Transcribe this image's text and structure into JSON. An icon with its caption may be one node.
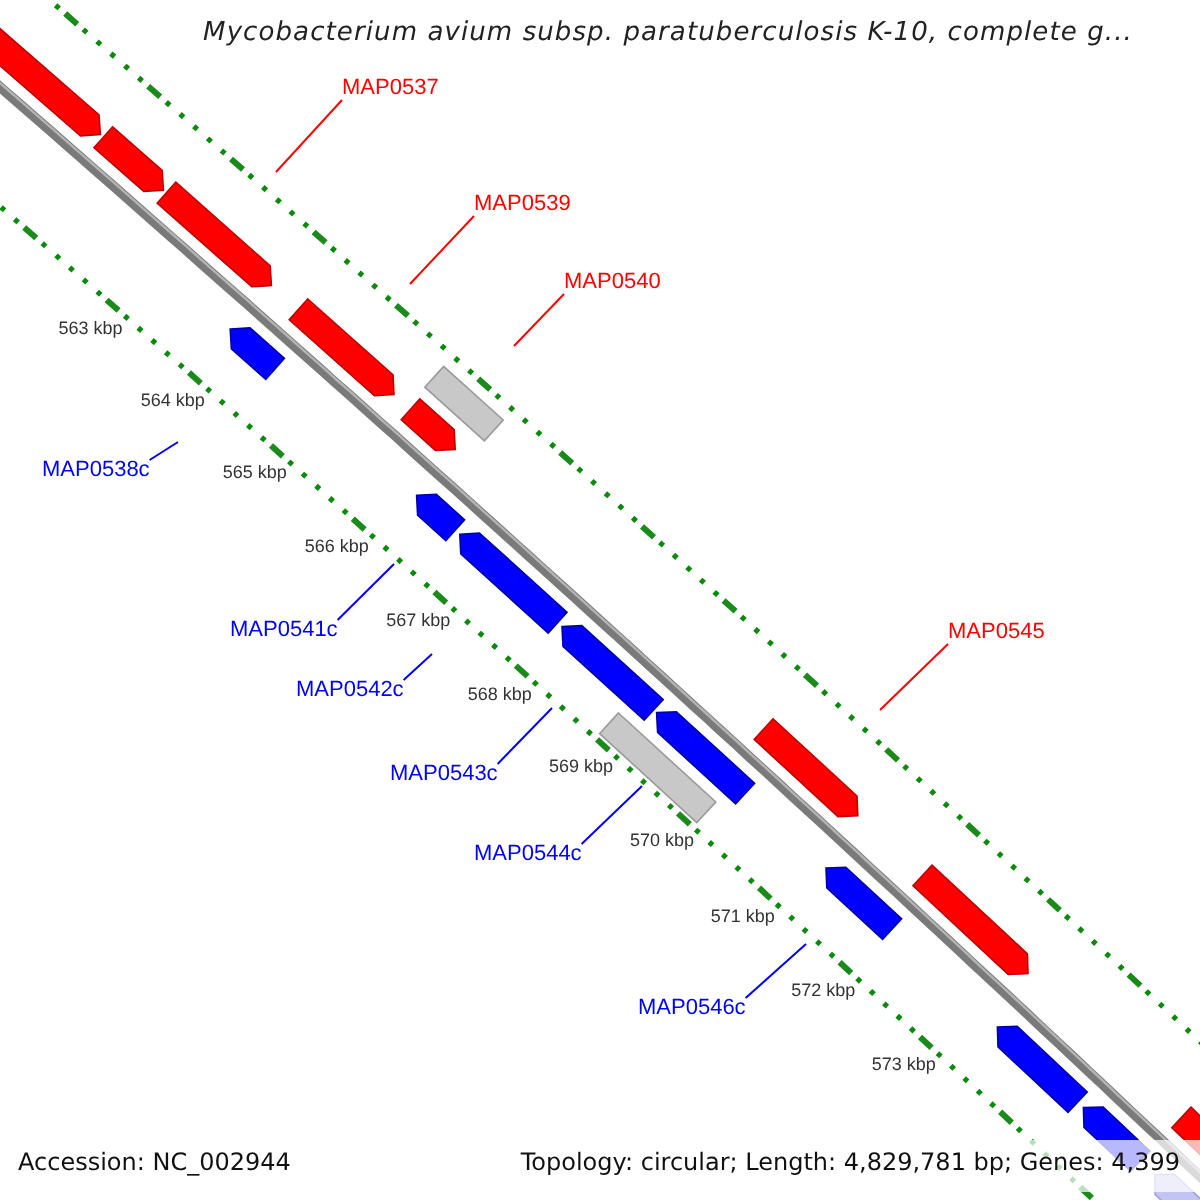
{
  "diagram": {
    "title": "Mycobacterium avium subsp. paratuberculosis K-10, complete g...",
    "nodes": [
      {
        "text": [
          "MAP0537"
        ]
      },
      {
        "text": [
          "MAP0539"
        ]
      },
      {
        "text": [
          "MAP0540"
        ]
      },
      {
        "text": [
          "MAP0538c"
        ]
      },
      {
        "text": [
          "MAP0541c"
        ]
      },
      {
        "text": [
          "MAP0545"
        ]
      },
      {
        "text": [
          "MAP0542c"
        ]
      },
      {
        "text": [
          "MAP0543c"
        ]
      },
      {
        "text": [
          "MAP0544c"
        ]
      },
      {
        "text": [
          "MAP0546c"
        ]
      }
    ],
    "edges": [
      {
        "from": 0,
        "to": null,
        "arrow": "none",
        "color": "#ff0000"
      },
      {
        "from": 1,
        "to": null,
        "arrow": "none",
        "color": "#ff0000"
      },
      {
        "from": 2,
        "to": null,
        "arrow": "none",
        "color": "#ff0000"
      },
      {
        "from": 3,
        "to": null,
        "arrow": "none"
      },
      {
        "from": 4,
        "to": null,
        "arrow": "none"
      },
      {
        "from": 5,
        "to": null,
        "arrow": "none",
        "color": "#ff0000"
      },
      {
        "from": 6,
        "to": null,
        "arrow": "none"
      },
      {
        "from": 7,
        "to": null,
        "arrow": "none"
      },
      {
        "from": 8,
        "to": null,
        "arrow": "none"
      },
      {
        "from": 9,
        "to": null,
        "arrow": "none"
      }
    ],
    "labels": [
      "563 kbp",
      "564 kbp",
      "565 kbp",
      "566 kbp",
      "567 kbp",
      "568 kbp",
      "569 kbp",
      "570 kbp",
      "571 kbp",
      "572 kbp",
      "573 kbp",
      "Accession: NC_002944",
      "Topology: circular; Length: 4,829,781 bp; Genes: 4,399"
    ]
  }
}
